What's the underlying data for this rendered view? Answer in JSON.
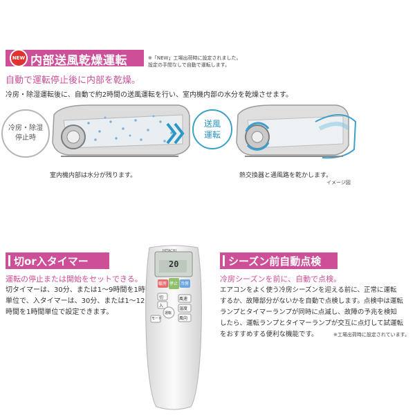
{
  "top": {
    "badge": "NEW",
    "title": "内部送風乾燥運転",
    "notes": [
      "※「NEW」工場出荷時に設定されました。",
      "設定の手間なしで自動で運転します。"
    ],
    "subhead": "自動で運転停止後に内部を乾燥。",
    "description": "冷房・除湿運転後に、自動で約2時間の送風運転を行い、室内機内部の水分を乾燥させます。",
    "left_circle": [
      "冷房・除湿",
      "停止時"
    ],
    "right_circle": [
      "送風",
      "運転"
    ],
    "left_caption": "室内機内部は水分が残ります。",
    "right_caption": "熱交換器と通風路を乾かします。",
    "image_note": "イメージ図"
  },
  "timer": {
    "title": "切or入タイマー",
    "subhead": "運転の停止または開始をセットできる。",
    "lines": [
      "切タイマーは、30分、または1〜9時間を1時間",
      "単位で、入タイマーは、30分、または1〜12",
      "時間を1時間単位で設定できます。"
    ]
  },
  "remote": {
    "brand": "HITACHI",
    "display": "20",
    "buttons": [
      "暖房",
      "停止",
      "冷房",
      "切",
      "入",
      "風速",
      "温度",
      "運転",
      "風向",
      "モード"
    ]
  },
  "season": {
    "title": "シーズン前自動点検",
    "subhead": "冷房シーズンを前に、自動で点検。",
    "lines": [
      "エアコンをよく使う冷房シーズンを迎える前に、正常に運転",
      "するか、故障部分がないかを自動で点検します。点検中は運転",
      "ランプとタイマーランプが同時に点滅し、故障の予兆を検知",
      "したら、運転ランプとタイマーランプが交互に点灯して試運転",
      "をおすすめする便利な機能です。"
    ],
    "note": "※工場出荷時に設定されています。"
  }
}
